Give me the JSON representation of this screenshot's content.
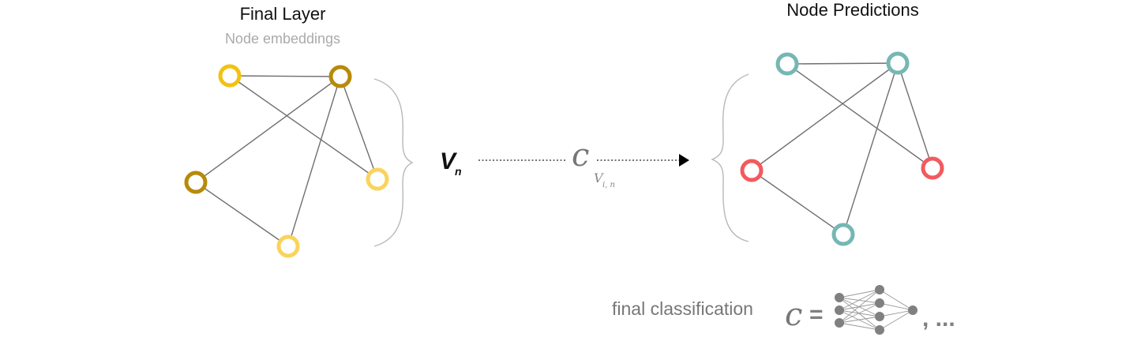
{
  "left_panel": {
    "title": "Final Layer",
    "subtitle": "Node embeddings",
    "node_colors": [
      "#f2c20f",
      "#b88a0a",
      "#b88a0a",
      "#fad35a",
      "#fad35a"
    ]
  },
  "right_panel": {
    "title": "Node Predictions",
    "node_colors": [
      "#75b7b4",
      "#75b7b4",
      "#f25a5e",
      "#f25a5e",
      "#75b7b4"
    ]
  },
  "middle": {
    "input_var": "V",
    "input_var_subscript": "n",
    "function_symbol": "c",
    "output_var": "V",
    "output_var_subscript": "i, n"
  },
  "footer": {
    "caption": "final classification",
    "function_symbol": "c",
    "equals": "=",
    "tail": ", ..."
  },
  "colors": {
    "edge": "#6f6f6f",
    "brace": "#b8b8b8",
    "text_dark": "#111111",
    "text_muted": "#777777"
  }
}
